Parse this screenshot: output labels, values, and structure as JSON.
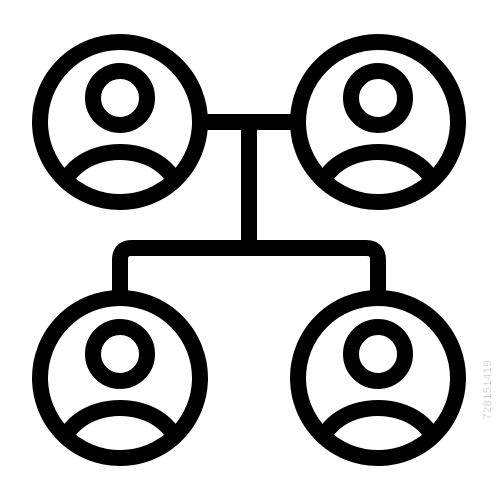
{
  "icon": {
    "name": "organization-hierarchy-users-icon",
    "stroke_color": "#000000",
    "background_color": "#ffffff",
    "nodes": [
      {
        "position": "top-left",
        "figure": "user-icon"
      },
      {
        "position": "top-right",
        "figure": "user-icon"
      },
      {
        "position": "bottom-left",
        "figure": "user-icon"
      },
      {
        "position": "bottom-right",
        "figure": "user-icon"
      }
    ]
  },
  "watermark": {
    "stock_id": "728151419"
  }
}
